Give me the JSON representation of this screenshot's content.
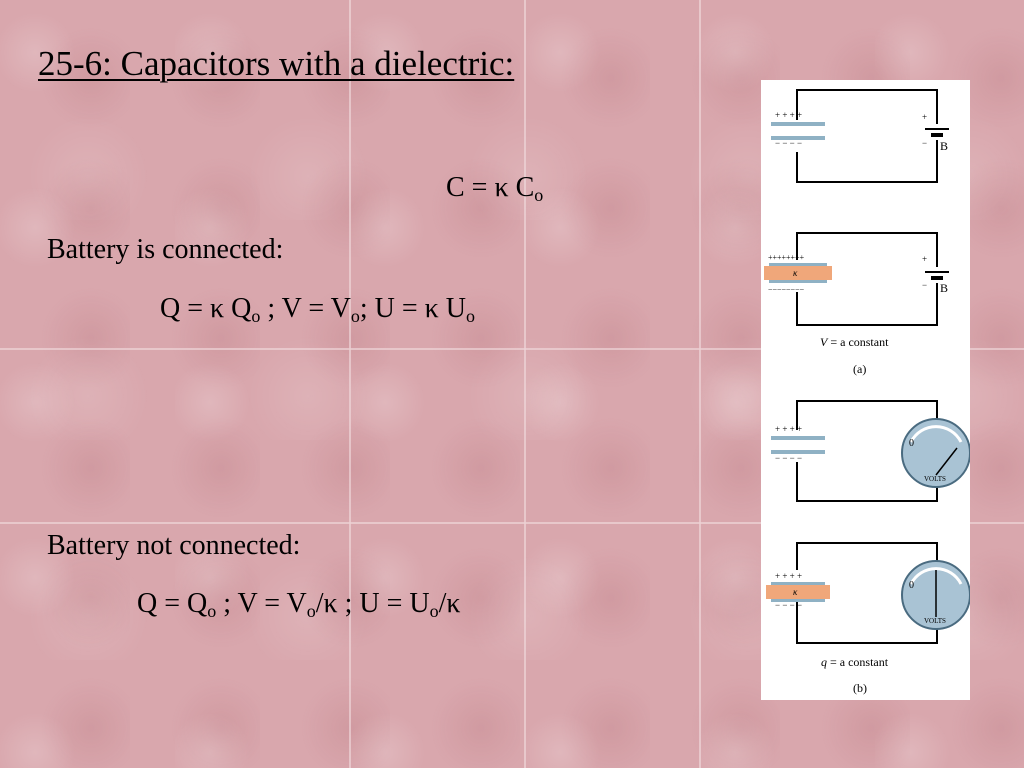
{
  "title": "25-6: Capacitors with a dielectric:",
  "main_equation": {
    "lhs": "C = κ C",
    "sub": "o"
  },
  "connected": {
    "label": "Battery is connected:",
    "q_lhs": "Q = κ Q",
    "q_sub": "o",
    "v_mid": " ; V = V",
    "v_sub": "o",
    "u_mid": "; U = κ U",
    "u_sub": "o"
  },
  "not_connected": {
    "label": "Battery not connected:",
    "q_lhs": "Q = Q",
    "q_sub": "o",
    "v_mid": " ; V = V",
    "v_sub": "o",
    "u_mid": "/κ ; U = U",
    "u_sub": "o",
    "tail": "/κ"
  },
  "figure": {
    "battery_label": "B",
    "plus": "+",
    "minus": "−",
    "charges_plus_4": "+ + + +",
    "charges_minus_4": "− − − −",
    "charges_plus_8": "++++++++",
    "charges_minus_8": "−−−−−−−−",
    "kappa": "κ",
    "caption_a_var": "V",
    "caption_a_text": " = a constant",
    "label_a": "(a)",
    "caption_b_var": "q",
    "caption_b_text": " = a constant",
    "label_b": "(b)",
    "meter_zero": "0",
    "meter_text": "VOLTS",
    "plate_color": "#8fb1c4",
    "dielectric_color": "#f0a77a",
    "meter_color": "#a9c3d4"
  }
}
